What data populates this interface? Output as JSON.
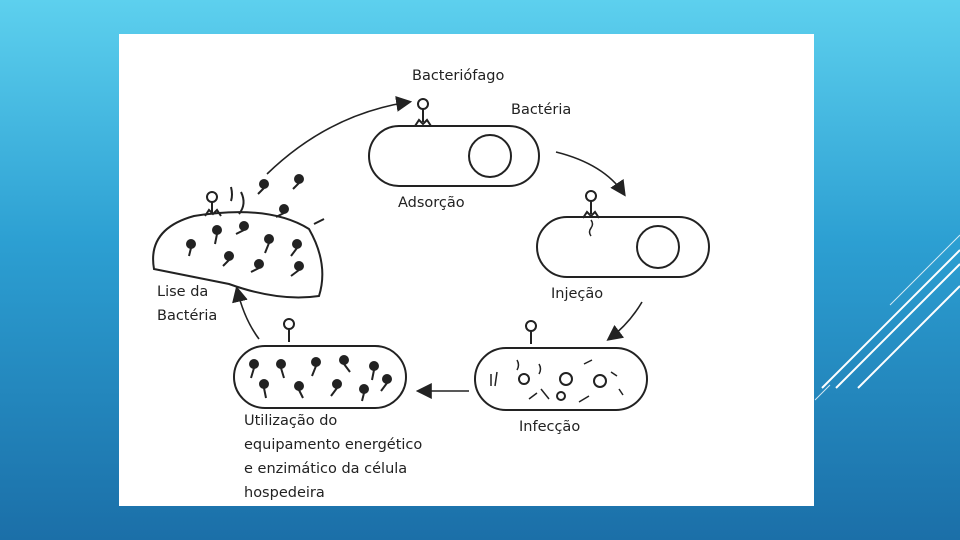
{
  "diagram": {
    "labels": {
      "bacteriophage": "Bacteriófago",
      "bacterium": "Bactéria",
      "adsorption": "Adsorção",
      "injection": "Injeção",
      "infection": "Infecção",
      "utilization": "Utilização do\nequipamento energético\ne enzimático da célula\nhospedeira",
      "lysis": "Lise da\nBactéria"
    }
  },
  "colors": {
    "background_top": "#5dd0ee",
    "background_bottom": "#1b6fa8",
    "panel": "#ffffff",
    "ink": "#222222"
  }
}
